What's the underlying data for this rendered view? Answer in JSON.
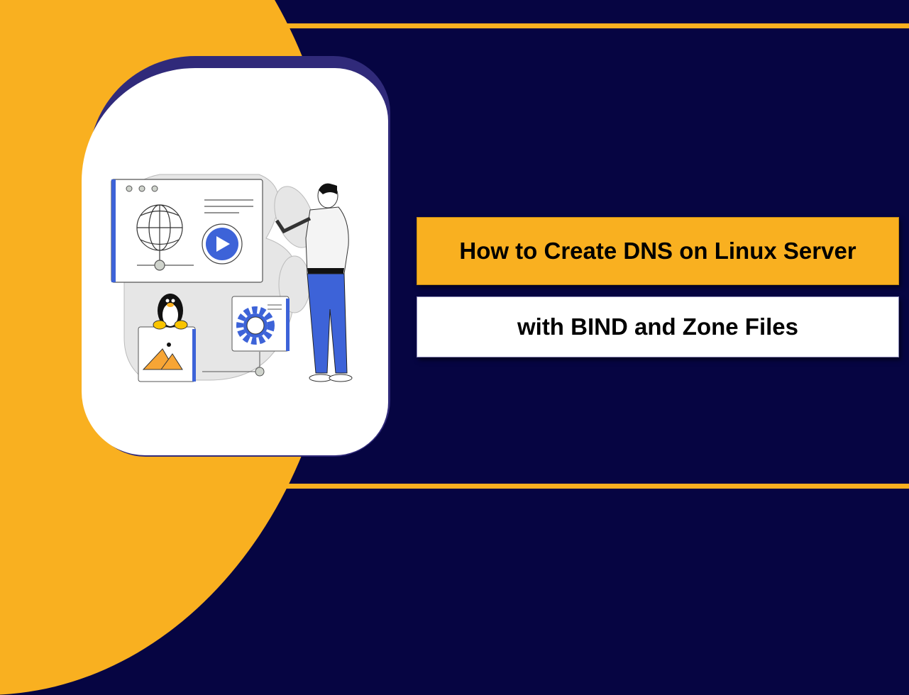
{
  "title": {
    "line1": "How to Create DNS on Linux Server",
    "line2": "with BIND and Zone Files"
  },
  "illustration": {
    "icons": [
      "browser-window-icon",
      "globe-icon",
      "play-button-icon",
      "tux-penguin-icon",
      "image-icon",
      "gear-icon",
      "person-pointing-figure"
    ]
  },
  "colors": {
    "background": "#060542",
    "accent_yellow": "#f9b020",
    "card_shadow": "#302a7a",
    "illustration_blue": "#3d63d8"
  }
}
